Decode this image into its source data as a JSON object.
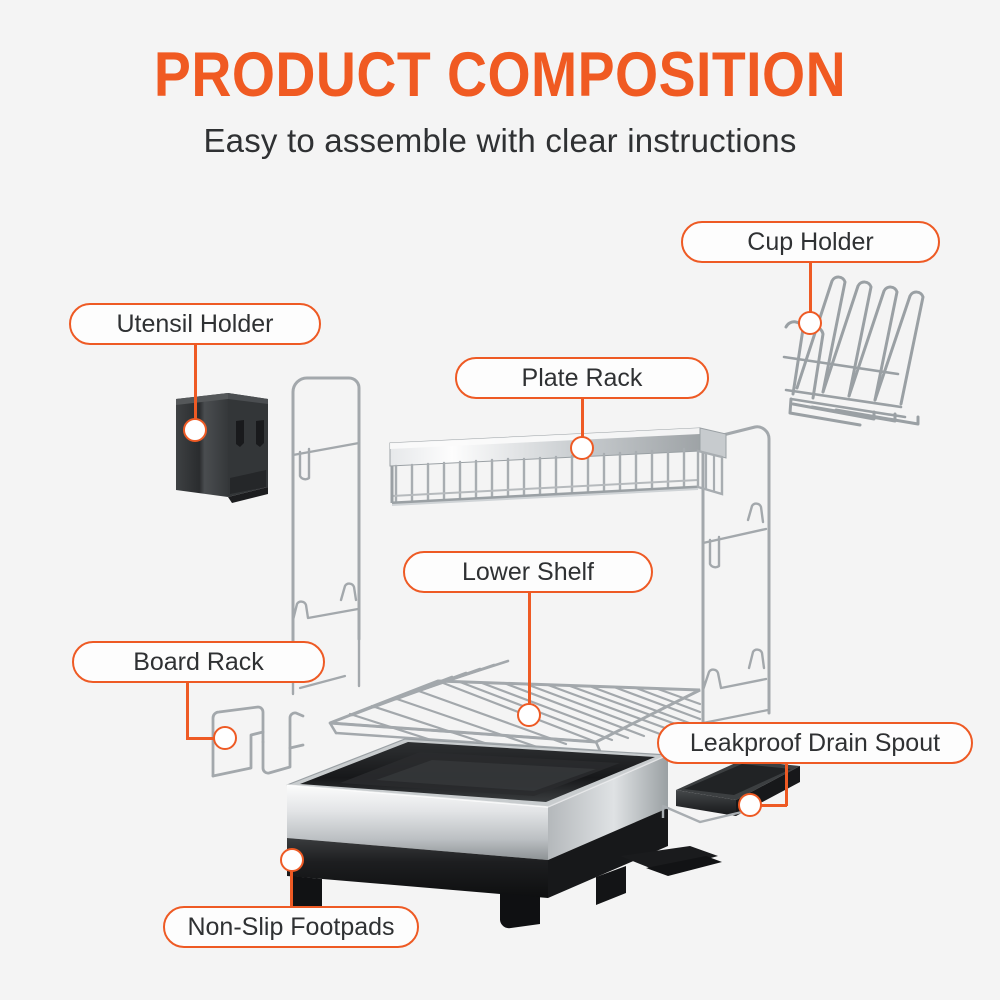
{
  "header": {
    "title": "PRODUCT COMPOSITION",
    "subtitle": "Easy to assemble with clear instructions"
  },
  "colors": {
    "accent": "#EE5A24",
    "title": "#F05A22",
    "background": "#f4f4f4",
    "text": "#2f3133",
    "pill_fill": "#fdfdfd",
    "metal_light": "#e9ebec",
    "metal_mid": "#b9bdc0",
    "metal_dark": "#7d8285",
    "plastic_black": "#2b2b2d"
  },
  "callouts": [
    {
      "id": "cup-holder",
      "label": "Cup Holder"
    },
    {
      "id": "utensil-holder",
      "label": "Utensil Holder"
    },
    {
      "id": "plate-rack",
      "label": "Plate Rack"
    },
    {
      "id": "lower-shelf",
      "label": "Lower Shelf"
    },
    {
      "id": "board-rack",
      "label": "Board Rack"
    },
    {
      "id": "leakproof-drain-spout",
      "label": "Leakproof Drain Spout"
    },
    {
      "id": "non-slip-footpads",
      "label": "Non-Slip Footpads"
    }
  ],
  "product": {
    "name": "two-tier dish drying rack",
    "parts": [
      "utensil-holder",
      "cup-holder",
      "plate-rack",
      "lower-shelf",
      "board-rack",
      "drain-tray",
      "drain-spout",
      "footpads",
      "side-frame-left",
      "side-frame-right"
    ]
  }
}
